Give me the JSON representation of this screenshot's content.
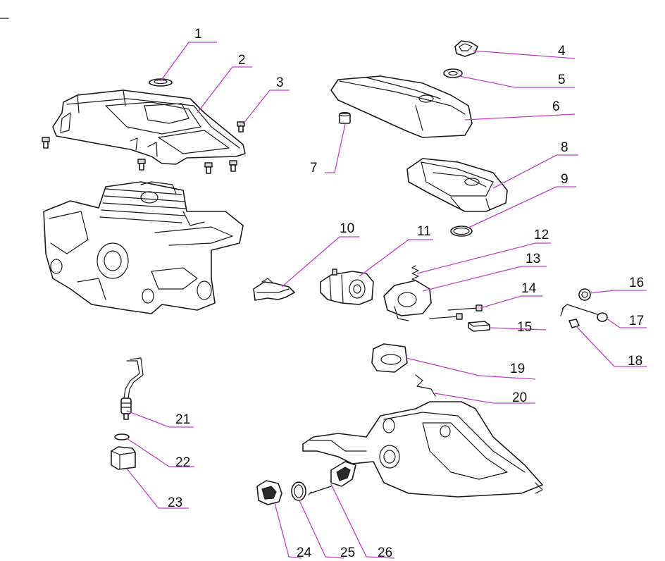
{
  "colors": {
    "leader": "#c040c0",
    "line": "#1a1a1a",
    "text": "#111111",
    "background": "#ffffff"
  },
  "callouts": [
    {
      "id": "c1",
      "label": "1"
    },
    {
      "id": "c2",
      "label": "2"
    },
    {
      "id": "c3",
      "label": "3"
    },
    {
      "id": "c4",
      "label": "4"
    },
    {
      "id": "c5",
      "label": "5"
    },
    {
      "id": "c6",
      "label": "6"
    },
    {
      "id": "c7",
      "label": "7"
    },
    {
      "id": "c8",
      "label": "8"
    },
    {
      "id": "c9",
      "label": "9"
    },
    {
      "id": "c10",
      "label": "10"
    },
    {
      "id": "c11",
      "label": "11"
    },
    {
      "id": "c12",
      "label": "12"
    },
    {
      "id": "c13",
      "label": "13"
    },
    {
      "id": "c14",
      "label": "14"
    },
    {
      "id": "c15",
      "label": "15"
    },
    {
      "id": "c16",
      "label": "16"
    },
    {
      "id": "c17",
      "label": "17"
    },
    {
      "id": "c18",
      "label": "18"
    },
    {
      "id": "c19",
      "label": "19"
    },
    {
      "id": "c20",
      "label": "20"
    },
    {
      "id": "c21",
      "label": "21"
    },
    {
      "id": "c22",
      "label": "22"
    },
    {
      "id": "c23",
      "label": "23"
    },
    {
      "id": "c24",
      "label": "24"
    },
    {
      "id": "c25",
      "label": "25"
    },
    {
      "id": "c26",
      "label": "26"
    }
  ]
}
